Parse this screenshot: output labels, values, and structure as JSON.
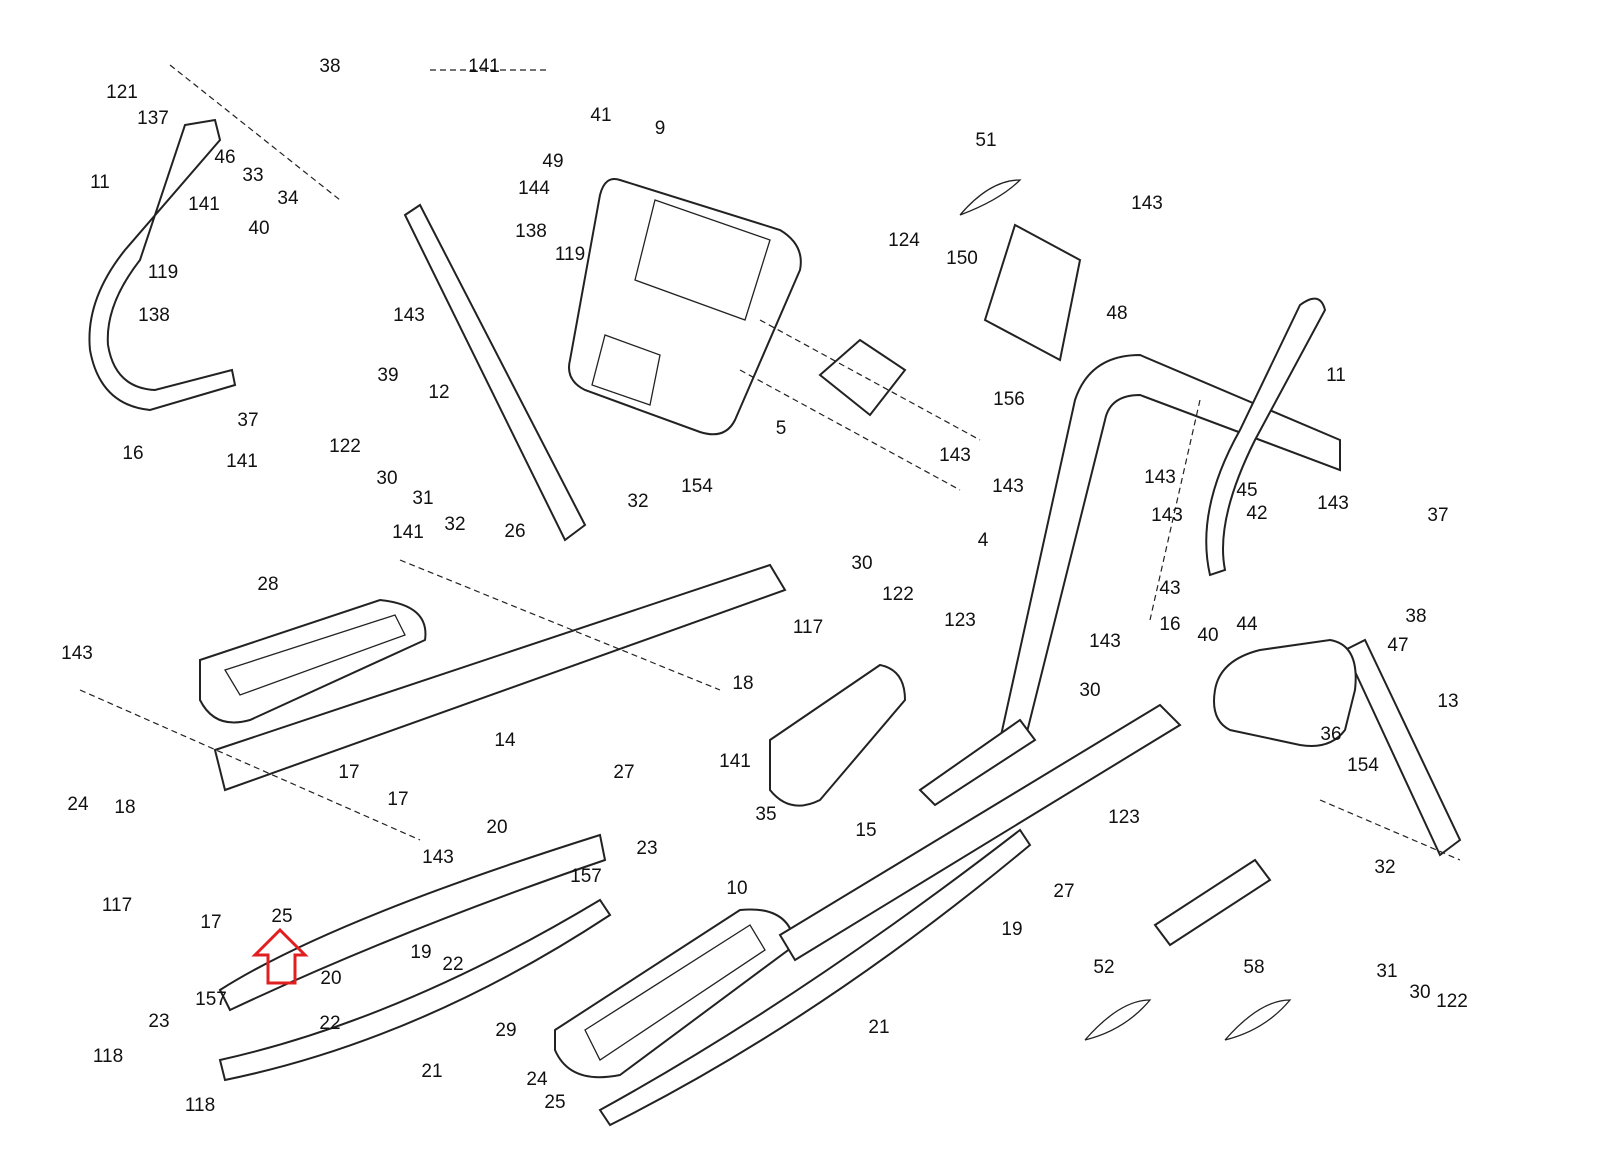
{
  "diagram": {
    "type": "exploded parts diagram",
    "highlight_color": "#e02020",
    "line_color": "#222222",
    "highlighted_part": "25",
    "part_labels": [
      "121",
      "137",
      "38",
      "141",
      "41",
      "9",
      "46",
      "33",
      "49",
      "144",
      "11",
      "34",
      "141",
      "40",
      "138",
      "51",
      "143",
      "119",
      "119",
      "124",
      "150",
      "143",
      "138",
      "48",
      "39",
      "11",
      "156",
      "12",
      "37",
      "16",
      "141",
      "122",
      "5",
      "143",
      "143",
      "30",
      "31",
      "32",
      "32",
      "154",
      "45",
      "143",
      "42",
      "37",
      "143",
      "143",
      "141",
      "26",
      "4",
      "30",
      "122",
      "28",
      "43",
      "123",
      "117",
      "16",
      "40",
      "44",
      "38",
      "47",
      "143",
      "143",
      "18",
      "30",
      "13",
      "14",
      "36",
      "141",
      "27",
      "24",
      "17",
      "17",
      "18",
      "154",
      "35",
      "20",
      "15",
      "123",
      "143",
      "23",
      "10",
      "27",
      "157",
      "117",
      "17",
      "25",
      "19",
      "19",
      "32",
      "22",
      "20",
      "52",
      "58",
      "31",
      "30",
      "122",
      "157",
      "23",
      "22",
      "29",
      "21",
      "21",
      "118",
      "24",
      "25",
      "118"
    ]
  }
}
